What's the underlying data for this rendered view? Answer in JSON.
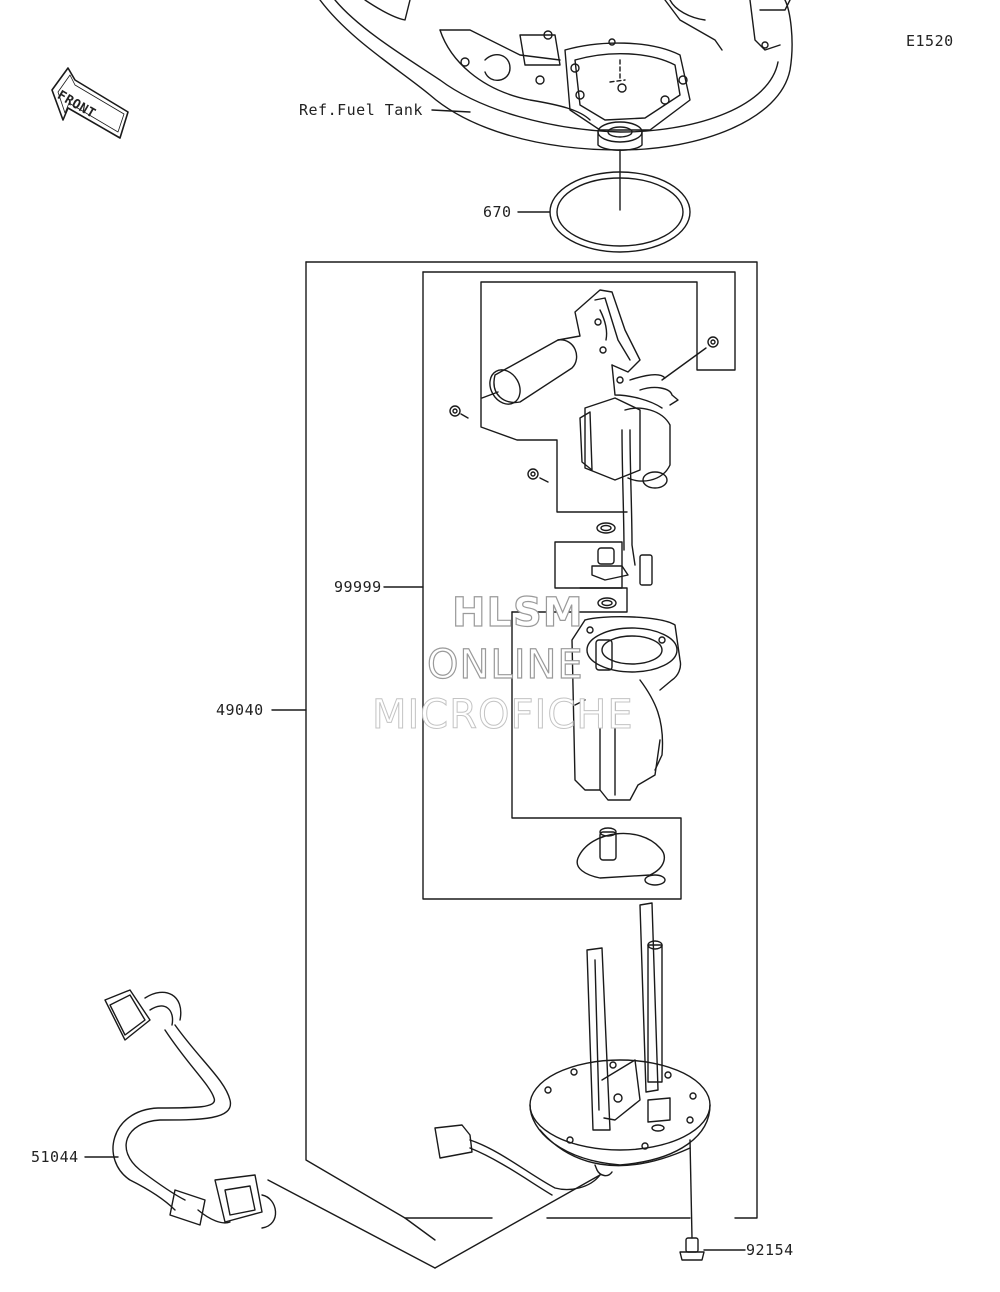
{
  "diagram_id": "E1520",
  "front_label": "FRONT",
  "ref_label": "Ref.Fuel Tank",
  "watermark": {
    "line1": "HLSM",
    "line2": "ONLINE",
    "line3": "MICROFICHE"
  },
  "parts": [
    {
      "number": "670"
    },
    {
      "number": "99999"
    },
    {
      "number": "49040"
    },
    {
      "number": "51044"
    },
    {
      "number": "92154"
    }
  ]
}
